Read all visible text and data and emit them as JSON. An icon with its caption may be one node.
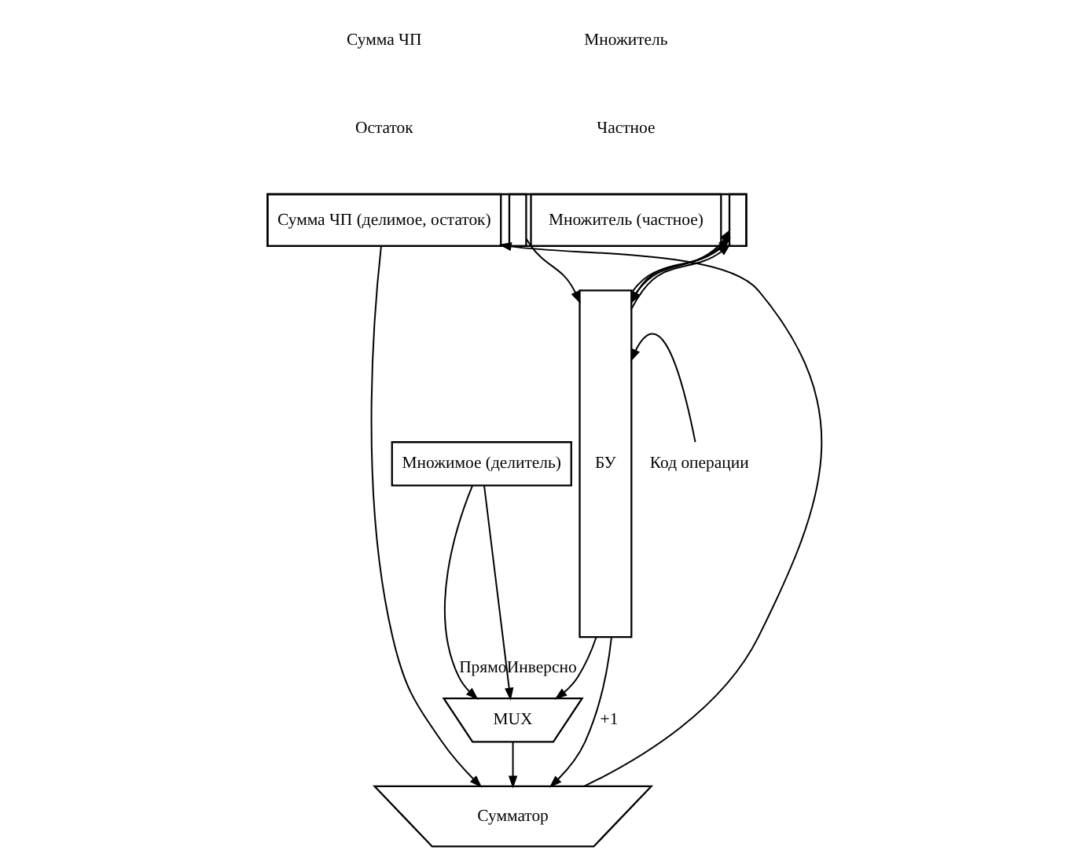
{
  "diagram": {
    "nodes": [
      {
        "text": [],
        "shape": "box"
      },
      {
        "text": [],
        "shape": "box",
        "in": 0
      },
      {
        "text": [
          "Сумма ЧП (делимое, остаток)"
        ],
        "in": 0
      },
      {
        "text": [
          "Множитель (частное)"
        ],
        "in": 0
      },
      {
        "text": [],
        "shape": "box",
        "in": 0
      },
      {
        "text": [
          "БУ"
        ]
      },
      {
        "text": [
          "Множимое (делитель)"
        ]
      },
      {
        "text": [
          "MUX"
        ]
      },
      {
        "text": [
          "Сумматор"
        ]
      },
      {
        "text": [
          "Код операции"
        ]
      }
    ],
    "edges": [
      {
        "from": 8,
        "to": 2,
        "arrow": "to"
      },
      {
        "from": 5,
        "to": 4,
        "arrow": "to"
      },
      {
        "from": 5,
        "to": 4,
        "arrow": "to"
      },
      {
        "from": 5,
        "to": 4,
        "arrow": "to"
      },
      {
        "from": 4,
        "to": 5,
        "arrow": "to"
      },
      {
        "from": 1,
        "to": 5,
        "arrow": "to"
      },
      {
        "from": 2,
        "to": 8,
        "arrow": "to"
      },
      {
        "from": 6,
        "to": 7,
        "arrow": "to",
        "label": "Прямо"
      },
      {
        "from": 6,
        "to": 7,
        "arrow": "to",
        "label": "Инверсно"
      },
      {
        "from": 9,
        "to": 5,
        "arrow": "to"
      },
      {
        "from": 5,
        "to": 7,
        "arrow": "to"
      },
      {
        "from": 7,
        "to": 8,
        "arrow": "to"
      },
      {
        "from": 5,
        "to": 8,
        "arrow": "to",
        "label": "+1"
      }
    ],
    "labels": [
      "Сумма ЧП",
      "Множитель",
      "Остаток",
      "Частное"
    ]
  }
}
